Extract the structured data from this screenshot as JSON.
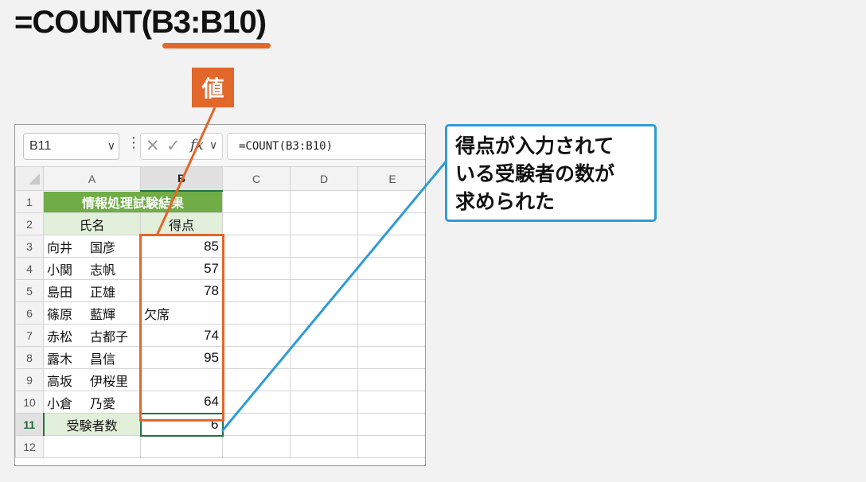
{
  "title": {
    "formula": "=COUNT(B3:B10)"
  },
  "value_label": "値",
  "callout": {
    "lines": [
      "得点が入力されて",
      "いる受験者の数が",
      "求められた"
    ]
  },
  "excel": {
    "name_box": "B11",
    "formula_bar": "=COUNT(B3:B10)",
    "fx_label": "fx",
    "columns": [
      "A",
      "B",
      "C",
      "D",
      "E"
    ],
    "rows": [
      "1",
      "2",
      "3",
      "4",
      "5",
      "6",
      "7",
      "8",
      "9",
      "10",
      "11",
      "12"
    ],
    "table_title": "情報処理試験結果",
    "header_name": "氏名",
    "header_score": "得点",
    "students": [
      {
        "last": "向井",
        "first": "国彦",
        "score": "85"
      },
      {
        "last": "小関",
        "first": "志帆",
        "score": "57"
      },
      {
        "last": "島田",
        "first": "正雄",
        "score": "78"
      },
      {
        "last": "篠原",
        "first": "藍輝",
        "score": "欠席"
      },
      {
        "last": "赤松",
        "first": "古都子",
        "score": "74"
      },
      {
        "last": "露木",
        "first": "昌信",
        "score": "95"
      },
      {
        "last": "高坂",
        "first": "伊桜里",
        "score": ""
      },
      {
        "last": "小倉",
        "first": "乃愛",
        "score": "64"
      }
    ],
    "count_label": "受験者数",
    "count_value": "6"
  },
  "colors": {
    "accent": "#e2672b",
    "callout_border": "#2f9bd6",
    "title_fill": "#70ad47",
    "header_fill": "#e2efda",
    "excel_green": "#217346"
  }
}
